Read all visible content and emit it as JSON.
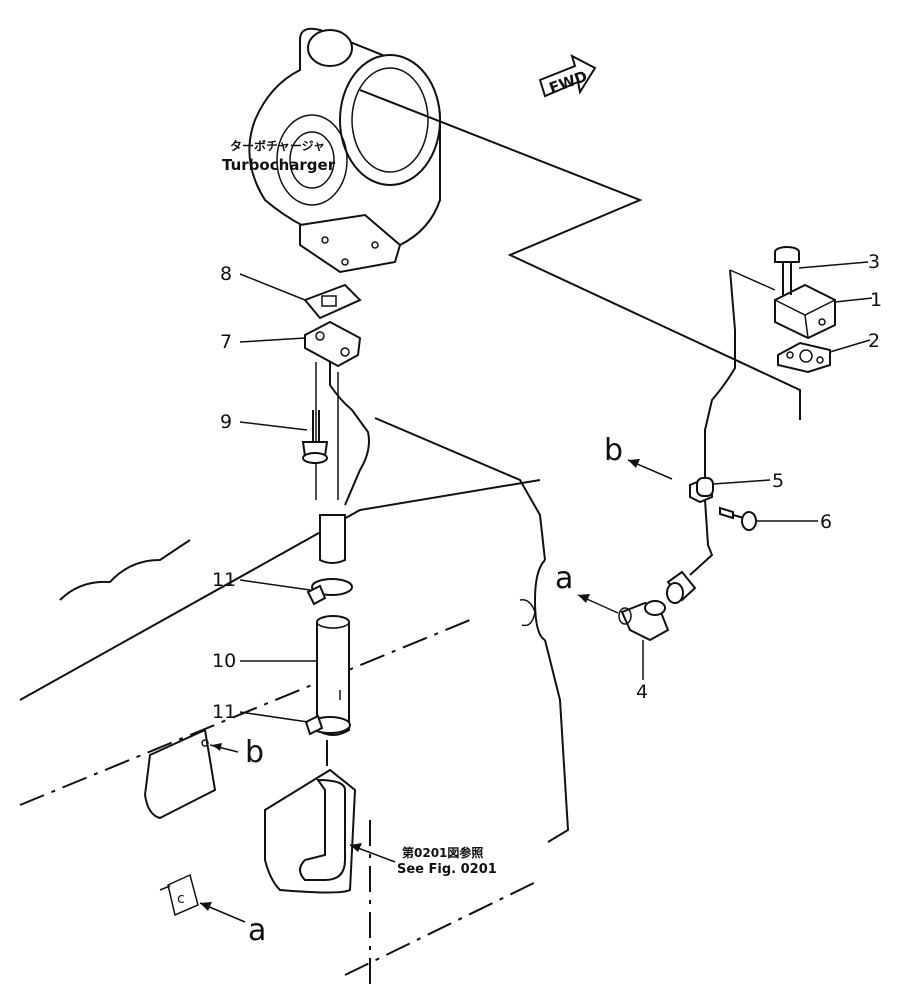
{
  "diagram": {
    "turbo_label_jp": "ターボチャージャ",
    "turbo_label_en": "Turbocharger",
    "fwd_label": "FWD",
    "fig_ref_jp": "第0201図参照",
    "fig_ref_en": "See Fig. 0201",
    "callouts": {
      "c1": "1",
      "c2": "2",
      "c3": "3",
      "c4": "4",
      "c5": "5",
      "c6": "6",
      "c7": "7",
      "c8": "8",
      "c9": "9",
      "c10": "10",
      "c11a": "11",
      "c11b": "11"
    },
    "refs": {
      "b_upper": "b",
      "a_upper": "a",
      "b_lower": "b",
      "a_lower": "a",
      "c_box": "c"
    }
  }
}
